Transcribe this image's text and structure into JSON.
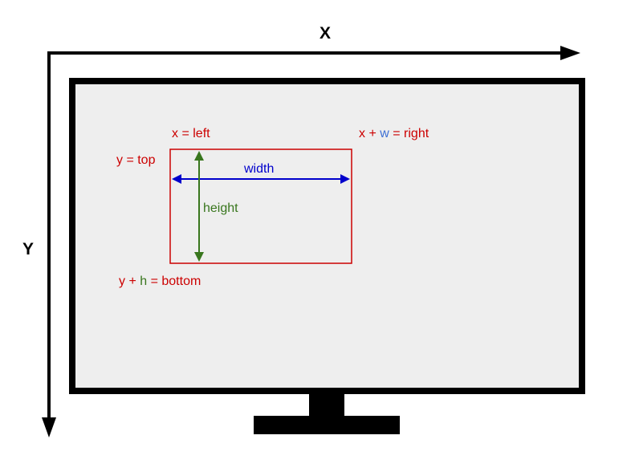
{
  "axes": {
    "x_label": "X",
    "y_label": "Y"
  },
  "labels": {
    "left_label": "x = left",
    "top_label": "y = top",
    "right_prefix": "x + ",
    "right_var": "w",
    "right_suffix": " = right",
    "bottom_prefix": "y + ",
    "bottom_var": "h",
    "bottom_suffix": " = bottom",
    "width_label": "width",
    "height_label": "height"
  },
  "colors": {
    "axis": "#000000",
    "monitor_frame": "#000000",
    "screen_fill": "#eeeeee",
    "box": "#cc0000",
    "width_color": "#0000cc",
    "w_var_color": "#3d6fd4",
    "height_color": "#38761d"
  }
}
